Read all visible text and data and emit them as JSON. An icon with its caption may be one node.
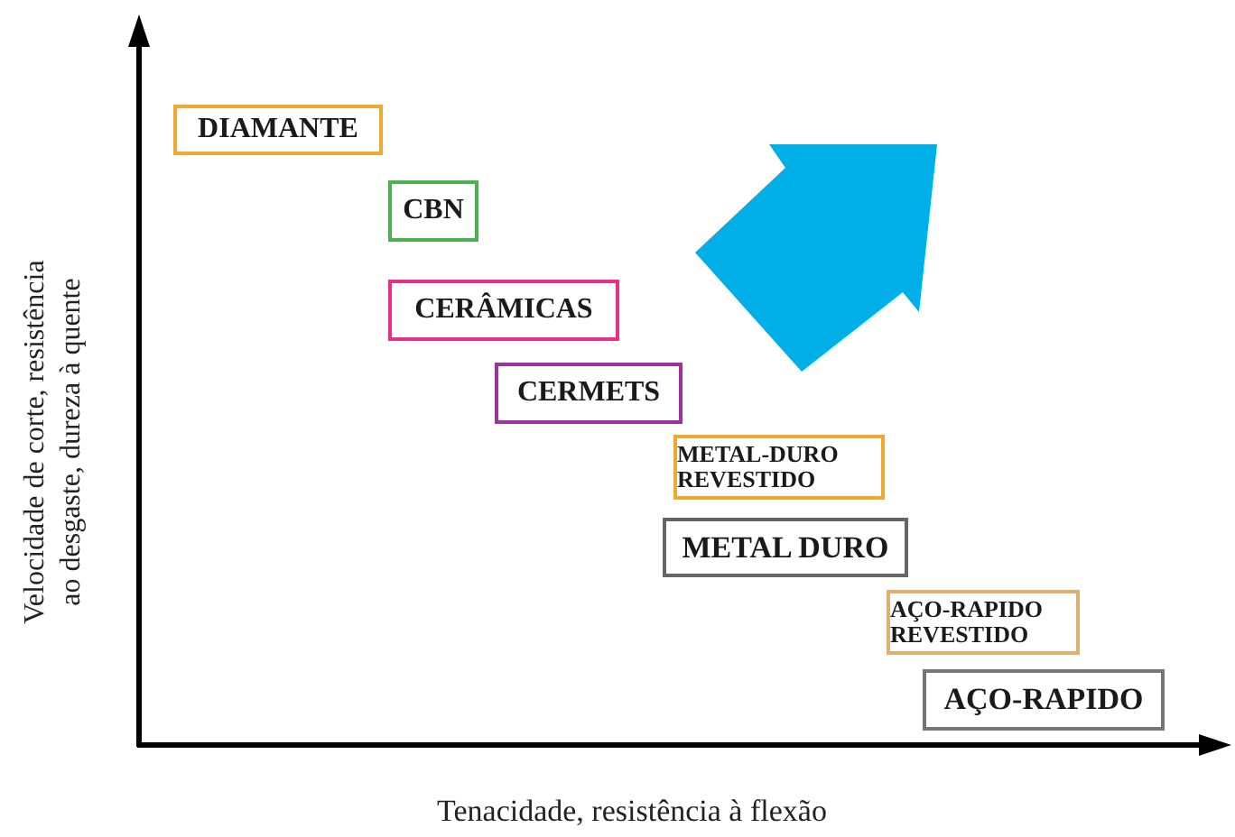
{
  "diagram": {
    "nodes": [
      {
        "text": [
          "DIAMANTE"
        ]
      },
      {
        "text": [
          "CBN"
        ]
      },
      {
        "text": [
          "CERÂMICAS"
        ]
      },
      {
        "text": [
          "CERMETS"
        ]
      },
      {
        "text": [
          "METAL-DURO REVESTIDO"
        ]
      },
      {
        "text": [
          "METAL DURO"
        ]
      },
      {
        "text": [
          "AÇO-RAPIDO REVESTIDO"
        ]
      },
      {
        "text": [
          "AÇO-RAPIDO"
        ]
      }
    ],
    "labels": [
      "Velocidade de corte, resistência ao desgaste, dureza à quente",
      "Tenacidade, resistência à flexão"
    ]
  }
}
